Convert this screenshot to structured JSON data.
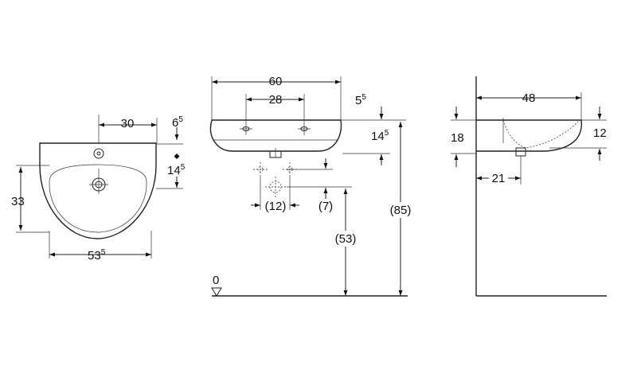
{
  "front_view": {
    "dim_tap_offset": "30",
    "dim_rim_top_int": "6",
    "dim_rim_top_sup": "5",
    "dim_overflow_int": "14",
    "dim_overflow_sup": "5",
    "dim_bowl_depth": "33",
    "dim_inner_width_int": "53",
    "dim_inner_width_sup": "5"
  },
  "side_view": {
    "dim_width": "60",
    "dim_tap_holes": "28",
    "dim_top_int": "5",
    "dim_top_sup": "5",
    "dim_rim_int": "14",
    "dim_rim_sup": "5",
    "dim_waste_spacing": "(12)",
    "dim_waste_height": "(7)",
    "dim_waste_from_floor": "(53)",
    "dim_total_height": "(85)",
    "floor_level": "0"
  },
  "profile_view": {
    "dim_projection": "48",
    "dim_height": "18",
    "dim_bowl_height": "12",
    "dim_waste_from_wall": "21"
  }
}
